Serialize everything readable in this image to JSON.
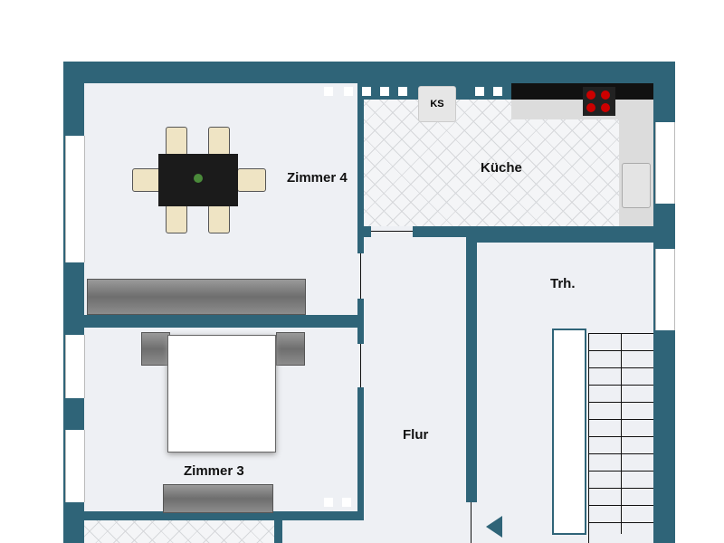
{
  "rooms": {
    "zimmer4": "Zimmer 4",
    "kueche": "Küche",
    "treppenhaus": "Trh.",
    "flur": "Flur",
    "zimmer3": "Zimmer 3"
  },
  "fixtures": {
    "fridge": "KS"
  },
  "colors": {
    "wall": "#2f6478",
    "floor": "#eef0f4"
  }
}
